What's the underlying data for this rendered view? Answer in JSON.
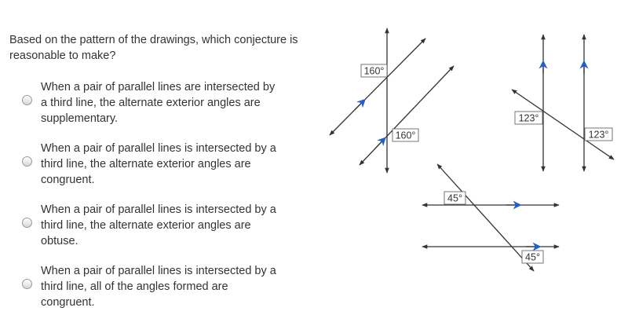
{
  "question": "Based on the pattern of the drawings, which conjecture is reasonable to make?",
  "options": [
    "When a pair of parallel lines are intersected by a third line, the alternate exterior angles are supplementary.",
    "When a pair of parallel lines is intersected by a third line, the alternate exterior angles are congruent.",
    "When a pair of parallel lines is intersected by a third line, the alternate exterior angles are obtuse.",
    "When a pair of parallel lines is intersected by a third line, all of the angles formed are congruent."
  ],
  "diagrams": {
    "d1_angle_top": "160°",
    "d1_angle_bottom": "160°",
    "d2_angle_left": "123°",
    "d2_angle_right": "123°",
    "d3_angle_top": "45°",
    "d3_angle_bottom": "45°"
  },
  "colors": {
    "line": "#333333",
    "parallel_marker": "#1f5fcf"
  }
}
